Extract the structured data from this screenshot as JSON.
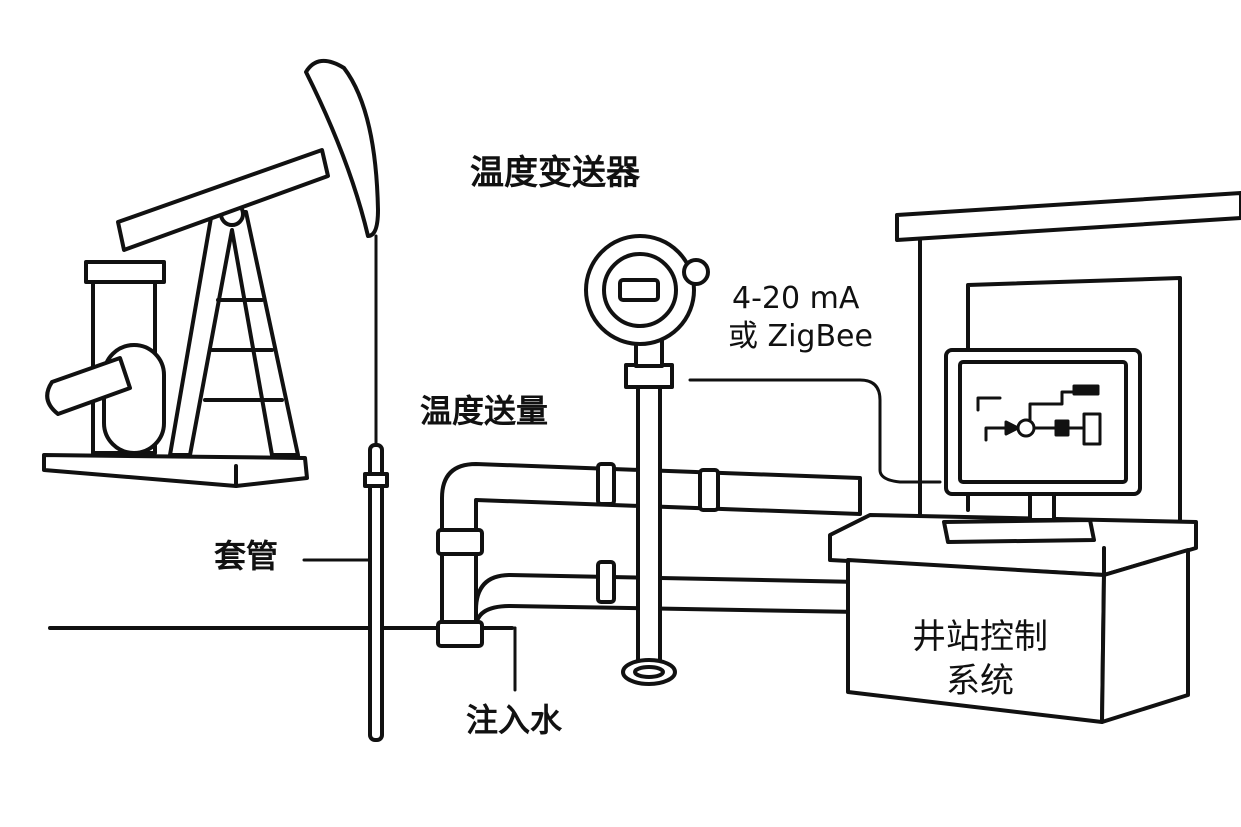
{
  "labels": {
    "transmitter": "温度变送器",
    "signal_line1": "4-20 mA",
    "signal_line2": "或 ZigBee",
    "temp_measure": "温度送量",
    "casing": "套管",
    "water_injection": "注入水",
    "control_line1": "井站控制",
    "control_line2": "系统"
  },
  "colors": {
    "stroke": "#111111",
    "fill": "#ffffff",
    "background": "#ffffff"
  },
  "icons": {
    "pumpjack": "pumpjack-icon",
    "transmitter": "temperature-transmitter-icon",
    "monitor": "monitor-icon"
  }
}
